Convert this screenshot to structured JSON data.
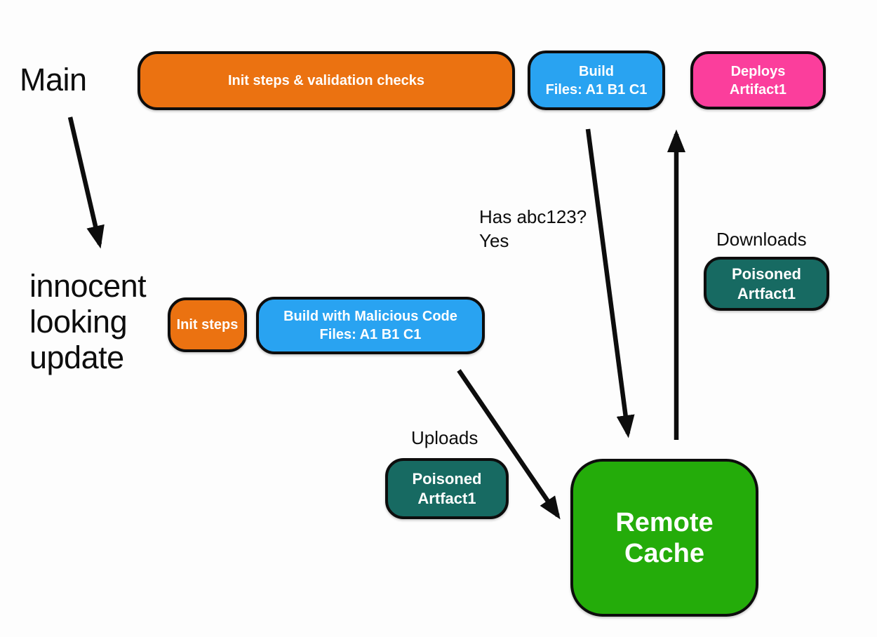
{
  "diagram": {
    "labels": {
      "main": "Main",
      "update": "innocent\nlooking\nupdate",
      "has_hash": "Has abc123?\nYes",
      "downloads": "Downloads",
      "uploads": "Uploads"
    },
    "nodes": {
      "init_validation": {
        "label": "Init steps & validation checks",
        "color": "#EB7211"
      },
      "build_main": {
        "label": "Build\nFiles: A1 B1 C1",
        "color": "#29A3F1"
      },
      "deploys": {
        "label": "Deploys\nArtifact1",
        "color": "#FB3E9C"
      },
      "init_steps": {
        "label": "Init steps",
        "color": "#EB7211"
      },
      "build_malicious": {
        "label": "Build with Malicious Code\nFiles: A1 B1 C1",
        "color": "#29A3F1"
      },
      "poisoned_downloaded": {
        "label": "Poisoned\nArtfact1",
        "color": "#176A62"
      },
      "poisoned_uploaded": {
        "label": "Poisoned\nArtfact1",
        "color": "#176A62"
      },
      "remote_cache": {
        "label": "Remote Cache",
        "color": "#24AC0A"
      }
    },
    "style": {
      "arrow_color": "#0d0d0d",
      "border_color": "#0d0d0d",
      "text_color": "#0d0d0d",
      "node_text_color": "#FFFFFF",
      "background": "#FDFDFD"
    }
  }
}
